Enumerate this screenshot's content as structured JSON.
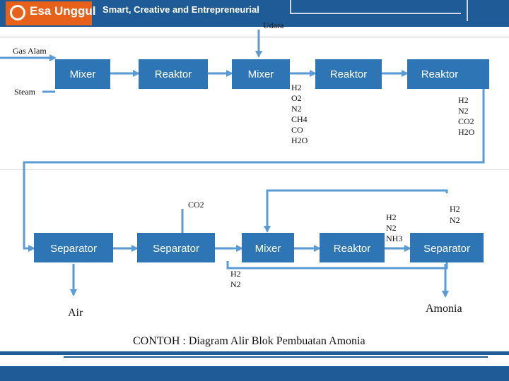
{
  "header": {
    "brand": "Esa Unggul",
    "tagline": "Smart, Creative and Entrepreneurial"
  },
  "colors": {
    "header": "#1f5b96",
    "box": "#2e75b6",
    "line": "#5a9bd5",
    "logo": "#e8611a"
  },
  "inputs": {
    "udara": "Udara",
    "gas_alam": "Gas Alam",
    "steam": "Steam"
  },
  "row1": [
    "Mixer",
    "Reaktor",
    "Mixer",
    "Reaktor",
    "Reaktor"
  ],
  "row2": [
    "Separator",
    "Separator",
    "Mixer",
    "Reaktor",
    "Separator"
  ],
  "streams": {
    "s1": [
      "H2",
      "O2",
      "N2",
      "CH4",
      "CO",
      "H2O"
    ],
    "s2": [
      "H2",
      "N2",
      "CO2",
      "H2O"
    ],
    "co2": "CO2",
    "s3": [
      "H2",
      "N2",
      "NH3"
    ],
    "s4": [
      "H2",
      "N2"
    ],
    "recycle": [
      "H2",
      "N2"
    ]
  },
  "outputs": {
    "air": "Air",
    "amonia": "Amonia"
  },
  "caption": "CONTOH : Diagram Alir Blok Pembuatan Amonia"
}
